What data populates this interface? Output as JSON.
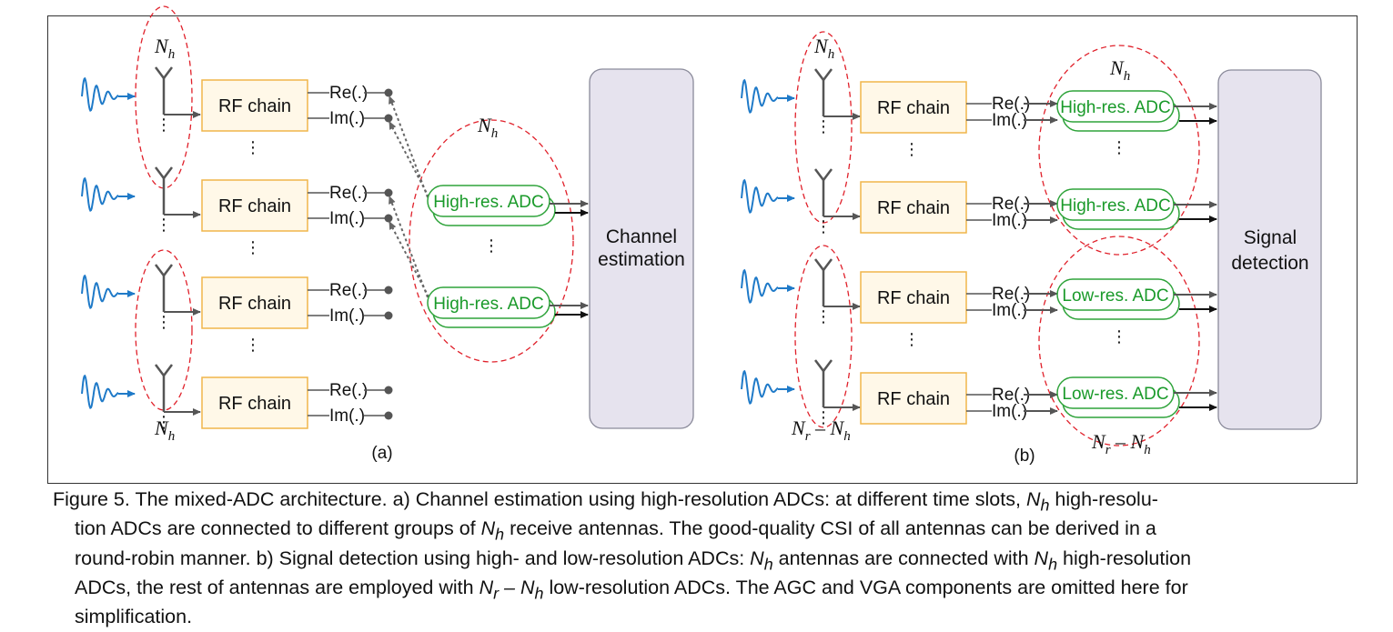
{
  "labels": {
    "rf_chain": "RF chain",
    "re": "Re(.)",
    "im": "Im(.)",
    "high_adc": "High-res. ADC",
    "low_adc": "Low-res. ADC",
    "channel_line1": "Channel",
    "channel_line2": "estimation",
    "signal_line1": "Signal",
    "signal_line2": "detection",
    "panel_a": "(a)",
    "panel_b": "(b)",
    "dots": "⋮",
    "n": "N",
    "sub_h": "h",
    "sub_r": "r",
    "minus": " – "
  },
  "colors": {
    "rf_border": "#f0b64a",
    "rf_fill": "#fff8e8",
    "adc_border": "#2ea33a",
    "adc_text": "#1a9a2a",
    "block_fill": "#e6e3ee",
    "block_border": "#8a8a9a",
    "ellipse": "#e0202a",
    "wave": "#1f7ac8",
    "arrow": "#555555"
  },
  "caption": {
    "figure_label": "Figure 5.",
    "line1": " The mixed-ADC architecture. a) Channel estimation using high-resolution ADCs: at different time slots, ",
    "line1_end": " high-resolu-",
    "line2_start": "tion ADCs are connected to different groups of ",
    "line2_end": " receive antennas. The good-quality CSI of all antennas can be derived in a",
    "line3": "round-robin manner. b) Signal detection using high- and low-resolution ADCs: ",
    "line3_mid": " antennas are connected with ",
    "line3_end": " high-resolution",
    "line4_start": "ADCs, the rest of antennas are employed with ",
    "line4_end": " low-resolution ADCs. The AGC and VGA components are omitted here for",
    "line5": "simplification."
  }
}
